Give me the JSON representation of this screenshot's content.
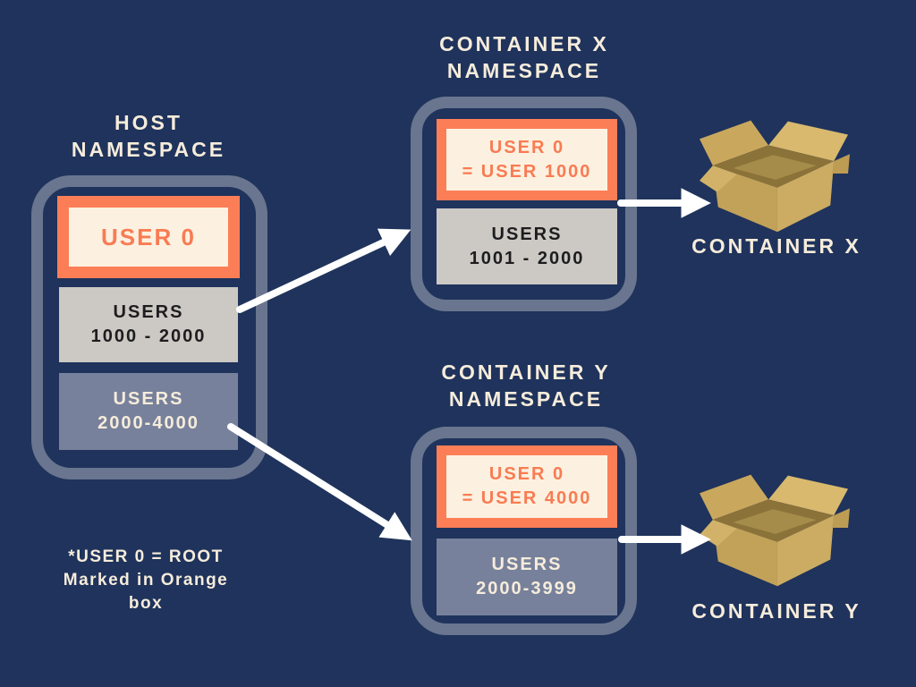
{
  "colors": {
    "background": "#1F335C",
    "frame_border": "#6A758F",
    "orange": "#FC7E57",
    "orange_text": "#F97B53",
    "cream_fill": "#FCF1E0",
    "cream_text": "#F6ECDB",
    "gray_box": "#CCC9C4",
    "bluegray_box": "#77819B",
    "dark_text": "#1D1D1F",
    "arrow": "#FFFFFF",
    "cardboard_tan": "#C9A85E"
  },
  "host": {
    "title_line1": "HOST",
    "title_line2": "NAMESPACE",
    "root_box": {
      "label": "USER 0"
    },
    "users_mid": {
      "line1": "USERS",
      "line2": "1000 - 2000"
    },
    "users_high": {
      "line1": "USERS",
      "line2": "2000-4000"
    }
  },
  "container_x": {
    "title_line1": "CONTAINER X",
    "title_line2": "NAMESPACE",
    "root_box": {
      "line1": "USER 0",
      "line2": "= USER 1000"
    },
    "users_box": {
      "line1": "USERS",
      "line2": "1001 - 2000"
    },
    "target_label": "CONTAINER X"
  },
  "container_y": {
    "title_line1": "CONTAINER Y",
    "title_line2": "NAMESPACE",
    "root_box": {
      "line1": "USER 0",
      "line2": "= USER 4000"
    },
    "users_box": {
      "line1": "USERS",
      "line2": "2000-3999"
    },
    "target_label": "CONTAINER Y"
  },
  "footnote": {
    "line1": "*USER 0 = ROOT",
    "line2": "Marked in Orange",
    "line3": "box"
  }
}
